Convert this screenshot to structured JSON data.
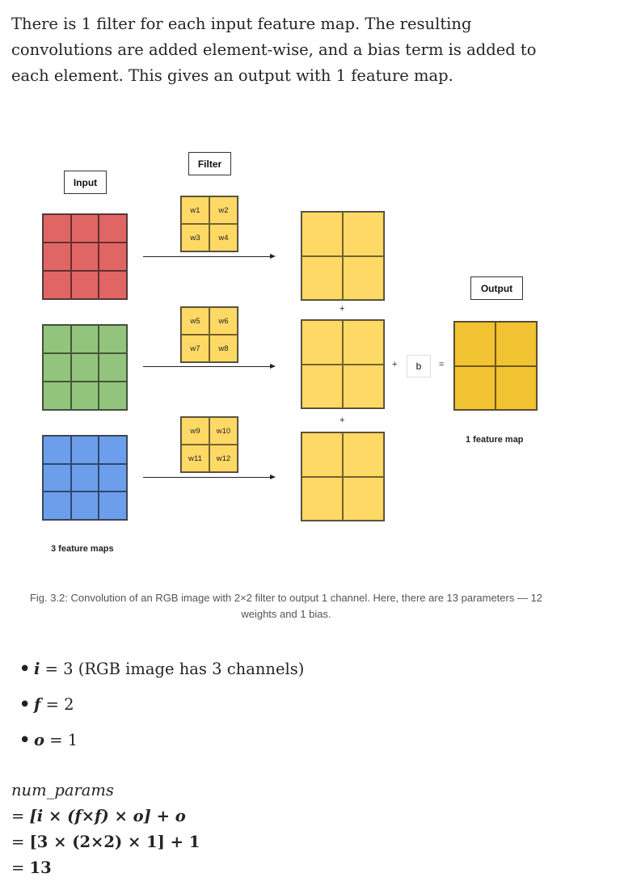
{
  "intro_text": "There is 1 filter for each input feature map. The resulting convolutions are added element-wise, and a bias term is added to each element. This gives an output with 1 feature map.",
  "figure": {
    "filter_label": "Filter",
    "input_label": "Input",
    "output_label": "Output",
    "filters": [
      [
        "w1",
        "w2",
        "w3",
        "w4"
      ],
      [
        "w5",
        "w6",
        "w7",
        "w8"
      ],
      [
        "w9",
        "w10",
        "w11",
        "w12"
      ]
    ],
    "plus": "+",
    "bias": "b",
    "equals": "=",
    "input_caption": "3 feature maps",
    "output_caption": "1 feature map",
    "colors": {
      "red": "#e06666",
      "green": "#93c47d",
      "blue": "#6d9eeb",
      "yellow": "#ffd966",
      "gold": "#f1c232"
    }
  },
  "caption": "Fig. 3.2: Convolution of an RGB image with 2×2 filter to output 1 channel. Here, there are 13 parameters — 12 weights and 1 bias.",
  "bullets": [
    {
      "var": "i",
      "rest": " = 3 (RGB image has 3 channels)"
    },
    {
      "var": "f",
      "rest": " = 2"
    },
    {
      "var": "o",
      "rest": " = 1"
    }
  ],
  "formula": {
    "line1": "num_params",
    "line2_prefix": "= ",
    "line2": "[i × (f×f) × o] + o",
    "line3_prefix": "= ",
    "line3": "[3 × (2×2) × 1] + 1",
    "line4_prefix": "= ",
    "line4": "13"
  }
}
